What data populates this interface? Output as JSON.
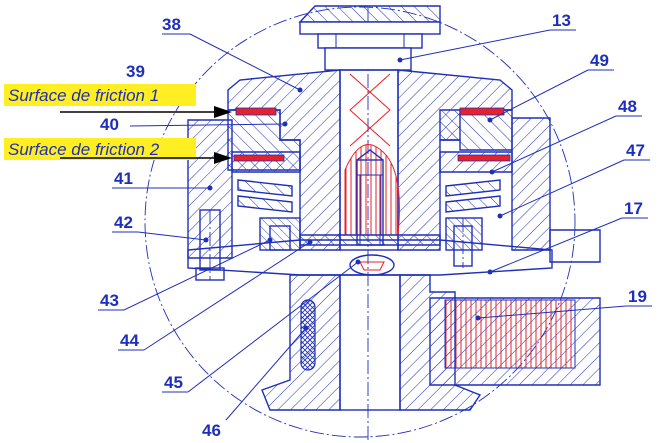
{
  "diagram": {
    "labels": [
      {
        "id": "38",
        "text": "38"
      },
      {
        "id": "13",
        "text": "13"
      },
      {
        "id": "39",
        "text": "39"
      },
      {
        "id": "49",
        "text": "49"
      },
      {
        "id": "40",
        "text": "40"
      },
      {
        "id": "48",
        "text": "48"
      },
      {
        "id": "41",
        "text": "41"
      },
      {
        "id": "47",
        "text": "47"
      },
      {
        "id": "17",
        "text": "17"
      },
      {
        "id": "42",
        "text": "42"
      },
      {
        "id": "19",
        "text": "19"
      },
      {
        "id": "43",
        "text": "43"
      },
      {
        "id": "44",
        "text": "44"
      },
      {
        "id": "45",
        "text": "45"
      },
      {
        "id": "46",
        "text": "46"
      }
    ],
    "annotations": [
      {
        "id": "surface1",
        "text": "Surface de friction 1"
      },
      {
        "id": "surface2",
        "text": "Surface de friction 2"
      }
    ],
    "colors": {
      "line": "#1f2fb8",
      "friction": "#e8202a",
      "highlight": "#ffee22",
      "spring": "#e8202a"
    }
  }
}
